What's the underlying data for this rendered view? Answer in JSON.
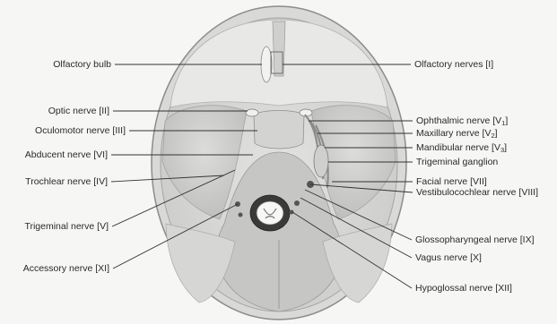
{
  "left_labels": [
    {
      "id": "olfactory-bulb",
      "text": "Olfactory bulb"
    },
    {
      "id": "optic-nerve",
      "text": "Optic nerve [II]"
    },
    {
      "id": "oculomotor-nerve",
      "text": "Oculomotor nerve [III]"
    },
    {
      "id": "abducent-nerve",
      "text": "Abducent nerve [VI]"
    },
    {
      "id": "trochlear-nerve",
      "text": "Trochlear nerve [IV]"
    },
    {
      "id": "trigeminal-nerve",
      "text": "Trigeminal nerve [V]"
    },
    {
      "id": "accessory-nerve",
      "text": "Accessory nerve [XI]"
    }
  ],
  "right_labels": [
    {
      "id": "olfactory-nerves",
      "text": "Olfactory nerves [I]"
    },
    {
      "id": "ophthalmic-nerve",
      "text": "Ophthalmic nerve [V",
      "sub": "1",
      "after": "]"
    },
    {
      "id": "maxillary-nerve",
      "text": "Maxillary nerve [V",
      "sub": "2",
      "after": "]"
    },
    {
      "id": "mandibular-nerve",
      "text": "Mandibular nerve [V",
      "sub": "3",
      "after": "]"
    },
    {
      "id": "trigeminal-ganglion",
      "text": "Trigeminal ganglion"
    },
    {
      "id": "facial-nerve",
      "text": "Facial nerve [VII]"
    },
    {
      "id": "vestibulocochlear-nerve",
      "text": "Vestibulocochlear nerve [VIII]"
    },
    {
      "id": "glossopharyngeal-nerve",
      "text": "Glossopharyngeal nerve [IX]"
    },
    {
      "id": "vagus-nerve",
      "text": "Vagus nerve [X]"
    },
    {
      "id": "hypoglossal-nerve",
      "text": "Hypoglossal nerve [XII]"
    }
  ]
}
